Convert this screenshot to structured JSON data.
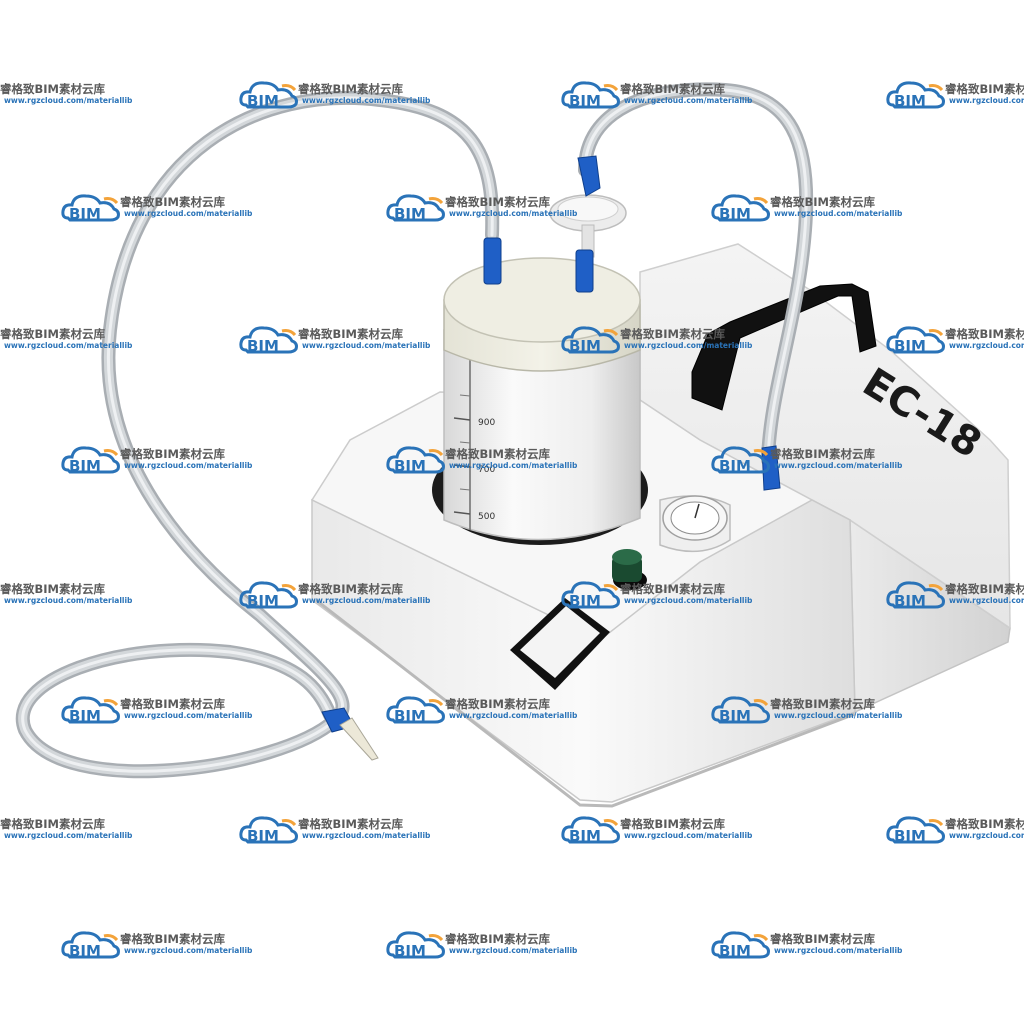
{
  "device": {
    "model_label": "EC-18",
    "jar_scale_marks": [
      "900",
      "700",
      "500"
    ]
  },
  "watermark": {
    "logo_text": "BIM",
    "brand_text": "睿格致BIM素材云库",
    "url_text": "www.rgzcloud.com/materiallib"
  },
  "colors": {
    "device_body": "#f2f2f2",
    "tube": "#c9cdd1",
    "connector_blue": "#1f5fc6",
    "handle_black": "#111111",
    "watermark_blue": "#2a73b8",
    "watermark_orange": "#f3a33a"
  }
}
